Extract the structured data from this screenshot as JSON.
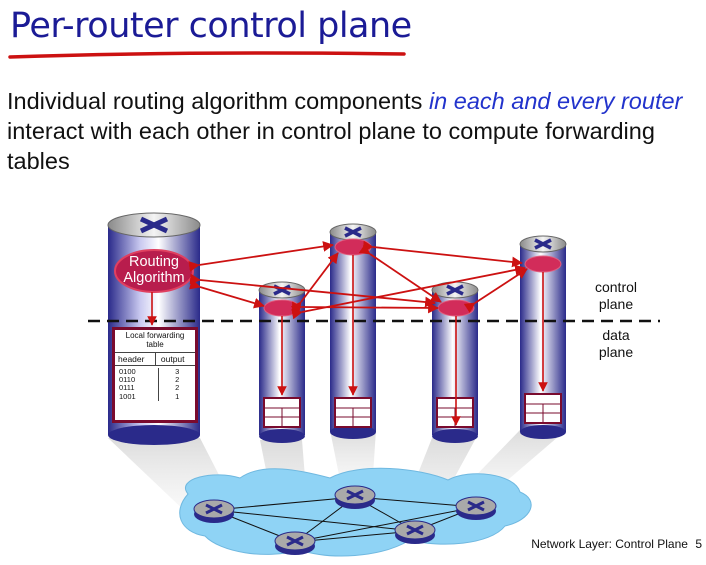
{
  "title": "Per-router control plane",
  "body": {
    "part1": "Individual routing algorithm components ",
    "part2": "in each and every router",
    "part3": " interact with each other in control plane to compute forwarding tables"
  },
  "routing_label": [
    "Routing",
    "Algorithm"
  ],
  "local_table": {
    "title": [
      "Local forwarding",
      "table"
    ],
    "headers": [
      "header",
      "output"
    ],
    "rows": [
      [
        "0100",
        "3"
      ],
      [
        "0110",
        "2"
      ],
      [
        "0111",
        "2"
      ],
      [
        "1001",
        "1"
      ]
    ]
  },
  "labels": {
    "control": [
      "control",
      "plane"
    ],
    "data": [
      "data",
      "plane"
    ]
  },
  "footer": "Network Layer: Control Plane",
  "page_number": "5",
  "colors": {
    "title": "#1b1b96",
    "accent_red": "#cc1111",
    "router_blue": "#3a3aa8",
    "router_gray": "#a9a9a9",
    "network_cloud": "#8fd3f5"
  }
}
